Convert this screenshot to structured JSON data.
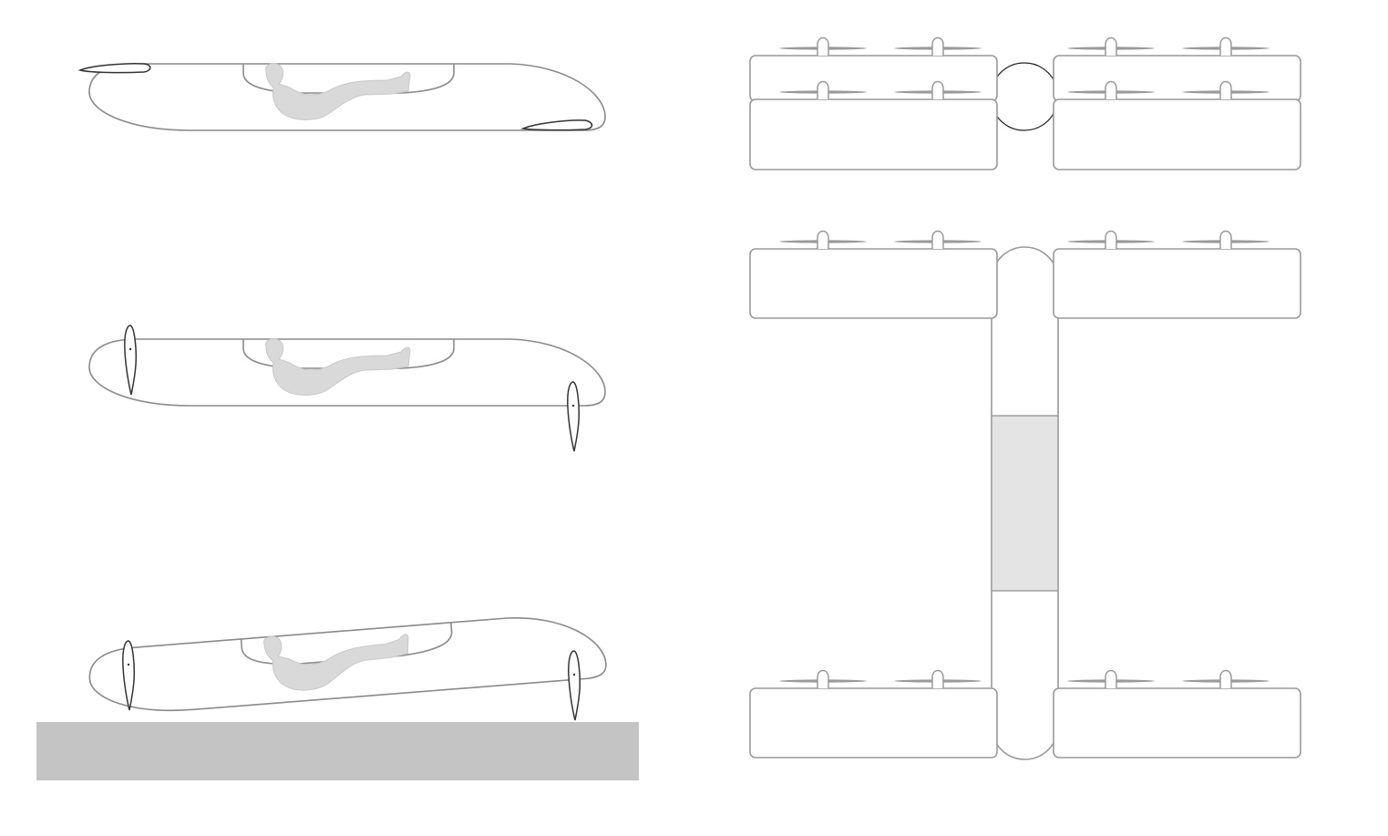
{
  "colors": {
    "outline": "#8a8a8a",
    "wing_outline": "#333333",
    "person_fill": "#d9d9d9",
    "ground_fill": "#c4c4c4",
    "cabin_fill": "#e4e4e4",
    "background": "#ffffff"
  },
  "side_views": [
    "cruise",
    "hover",
    "ground-tilted"
  ],
  "top_views": [
    "compact-with-round-cabin",
    "extended-fuselage"
  ]
}
